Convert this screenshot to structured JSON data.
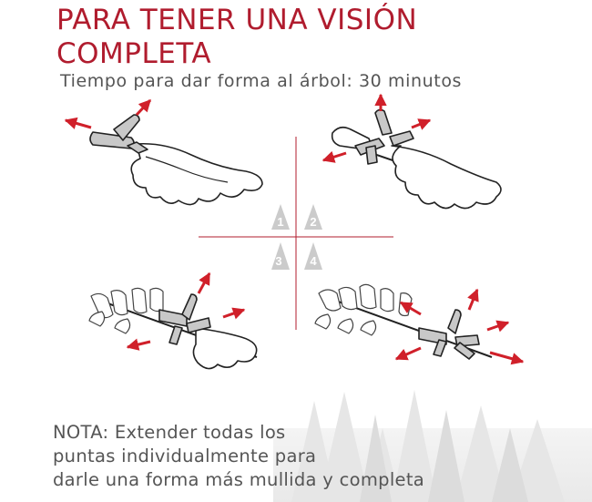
{
  "heading": {
    "title_line1": "PARA TENER UNA VISIÓN",
    "title_line2": "COMPLETA",
    "subtitle": "Tiempo para dar forma al árbol: 30 minutos"
  },
  "steps": [
    {
      "number": "1"
    },
    {
      "number": "2"
    },
    {
      "number": "3"
    },
    {
      "number": "4"
    }
  ],
  "note": {
    "line1": "NOTA: Extender todas los",
    "line2": "puntas individualmente para",
    "line3": "darle una forma más mullida y completa"
  },
  "colors": {
    "accent": "#b01c2e",
    "arrow": "#d0202a",
    "text": "#555555",
    "step_icon": "#c7c7c7"
  }
}
